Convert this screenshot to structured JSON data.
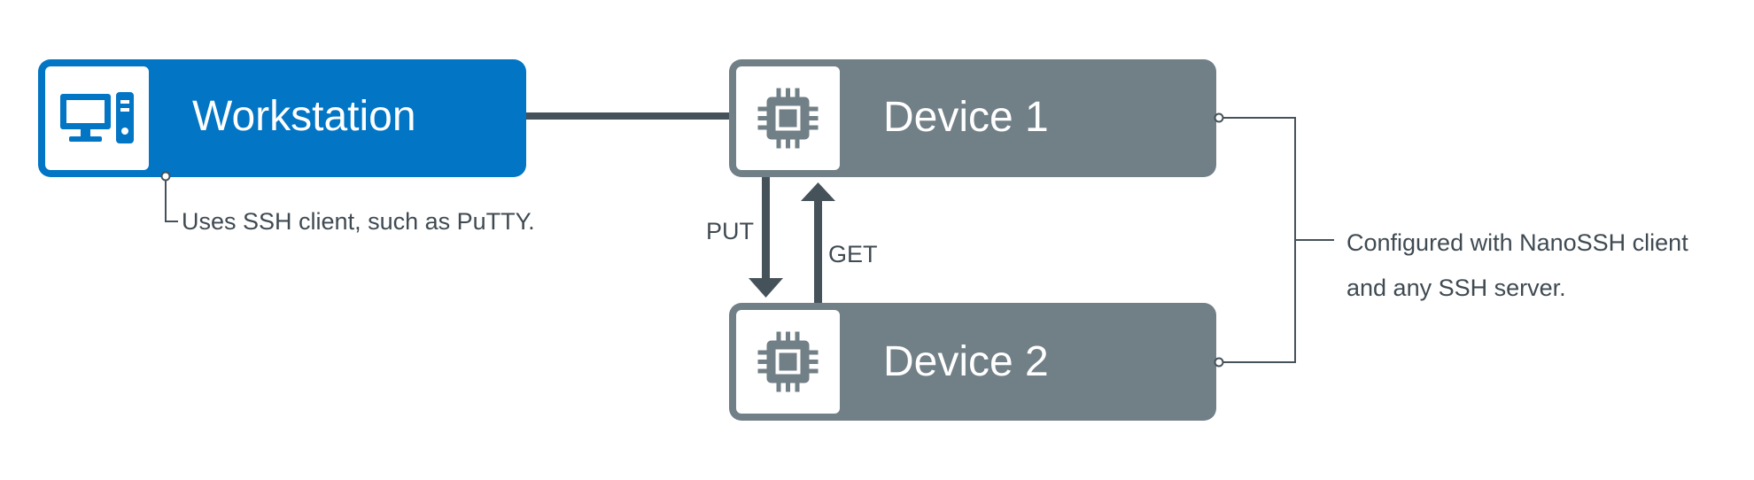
{
  "colors": {
    "workstation": "#0275c5",
    "device": "#717f86",
    "connector": "#46525a",
    "text_dark": "#3f4a52",
    "icon_bg": "#ffffff"
  },
  "nodes": {
    "workstation": {
      "label": "Workstation",
      "icon": "desktop-computer-icon"
    },
    "device1": {
      "label": "Device 1",
      "icon": "microchip-icon"
    },
    "device2": {
      "label": "Device 2",
      "icon": "microchip-icon"
    }
  },
  "annotations": {
    "workstation_note": "Uses SSH client, such as PuTTY.",
    "devices_note_line1": "Configured with NanoSSH client",
    "devices_note_line2": "and any SSH server."
  },
  "arrows": {
    "put_label": "PUT",
    "get_label": "GET"
  }
}
